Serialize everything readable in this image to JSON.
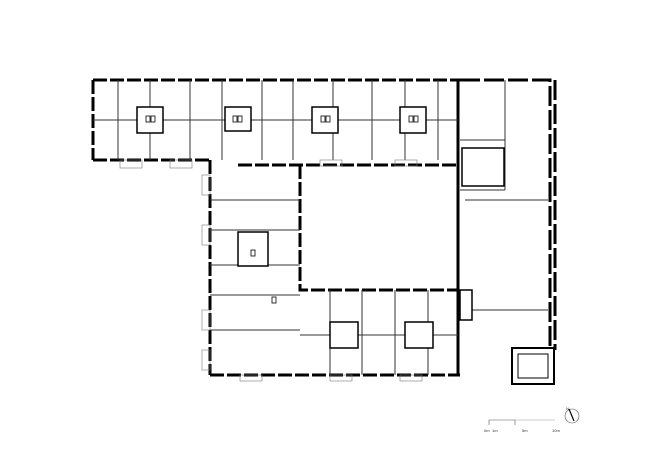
{
  "scale_bar": {
    "labels": [
      "0m",
      "1m",
      "5m",
      "10m"
    ]
  },
  "north_arrow": {
    "label": "N",
    "icon": "north-arrow-icon"
  },
  "colors": {
    "wall": "#000000",
    "thin_line": "#555555",
    "background": "#ffffff"
  }
}
